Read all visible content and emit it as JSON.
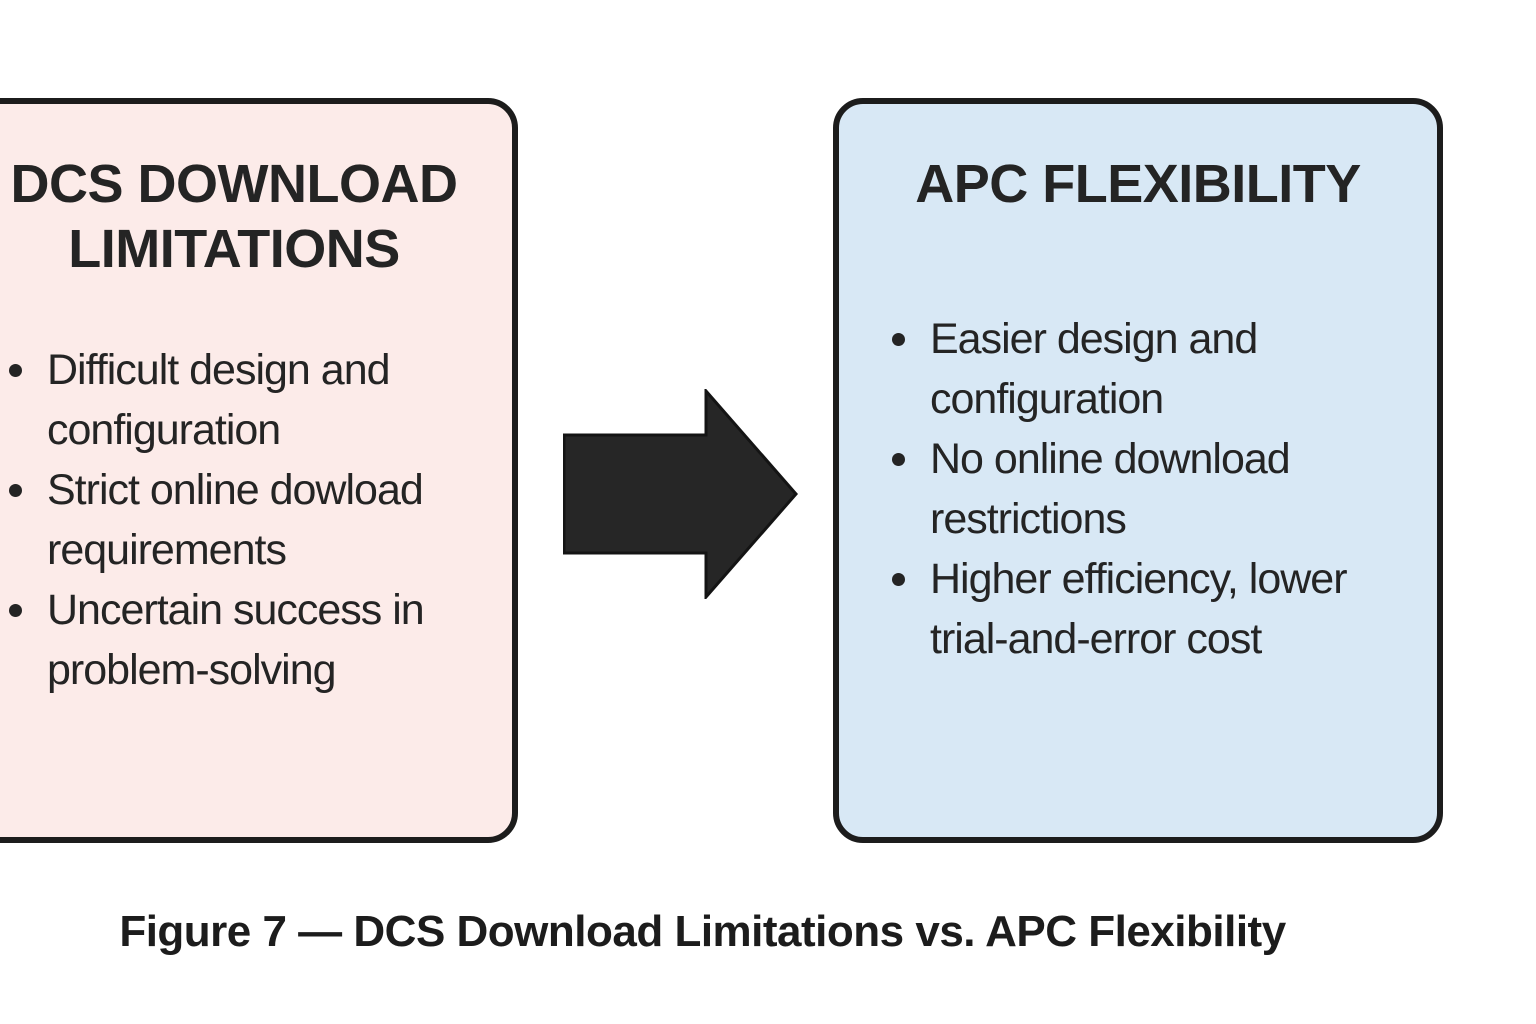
{
  "left_box": {
    "title": "DCS DOWNLOAD LIMITATIONS",
    "bullets": [
      "Difficult design and configuration",
      "Strict online dowload requirements",
      "Uncertain success in problem-solving"
    ],
    "bg_color": "#fcebe9"
  },
  "right_box": {
    "title": "APC FLEXIBILITY",
    "bullets": [
      "Easier design and configuration",
      "No online download restrictions",
      "Higher efficiency, lower trial-and-error cost"
    ],
    "bg_color": "#d8e8f5"
  },
  "arrow": {
    "icon": "right-arrow",
    "color": "#262626"
  },
  "caption": "Figure 7 — DCS Download Limitations vs. APC Flexibility",
  "colors": {
    "border": "#1c1c1c",
    "text": "#242424",
    "background": "#ffffff"
  }
}
